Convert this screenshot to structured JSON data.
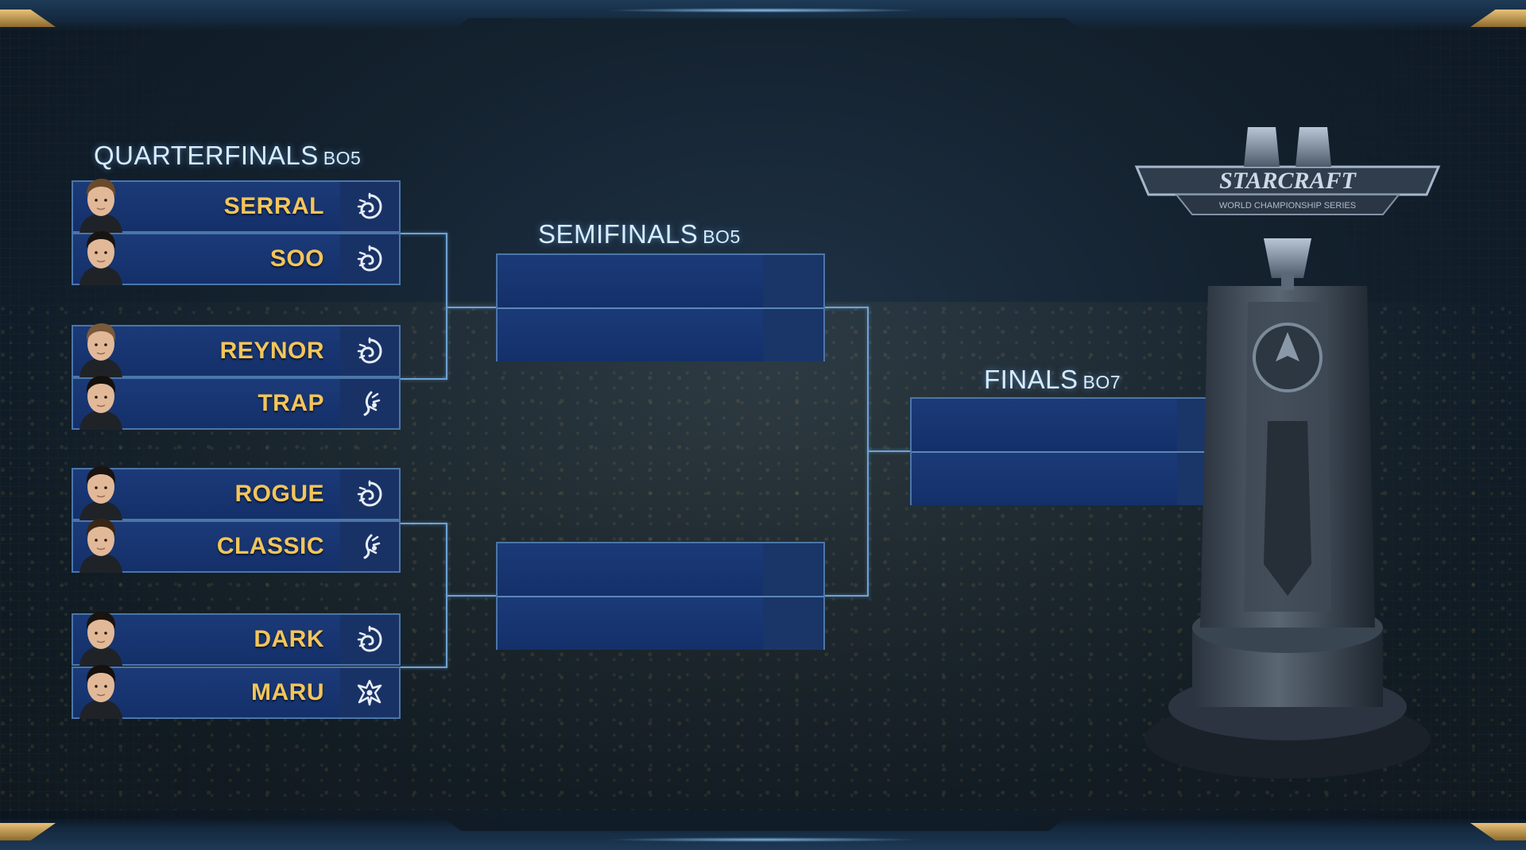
{
  "stages": {
    "quarterfinals": {
      "label": "QUARTERFINALS",
      "format": "BO5"
    },
    "semifinals": {
      "label": "SEMIFINALS",
      "format": "BO5"
    },
    "finals": {
      "label": "FINALS",
      "format": "BO7"
    }
  },
  "quarterfinals": [
    {
      "name": "SERRAL",
      "race": "zerg"
    },
    {
      "name": "SOO",
      "race": "zerg"
    },
    {
      "name": "REYNOR",
      "race": "zerg"
    },
    {
      "name": "TRAP",
      "race": "protoss"
    },
    {
      "name": "ROGUE",
      "race": "zerg"
    },
    {
      "name": "CLASSIC",
      "race": "protoss"
    },
    {
      "name": "DARK",
      "race": "zerg"
    },
    {
      "name": "MARU",
      "race": "terran"
    }
  ],
  "icons": {
    "zerg": "zerg-race-icon",
    "protoss": "protoss-race-icon",
    "terran": "terran-race-icon"
  },
  "trophy_logo": {
    "text": "STARCRAFT",
    "subtext": "WORLD CHAMPIONSHIP SERIES"
  },
  "colors": {
    "accent_gold": "#f3c55a",
    "panel_blue": "#1b3a78",
    "border_blue": "#4b76a8",
    "heading_text": "#d6ecff"
  }
}
